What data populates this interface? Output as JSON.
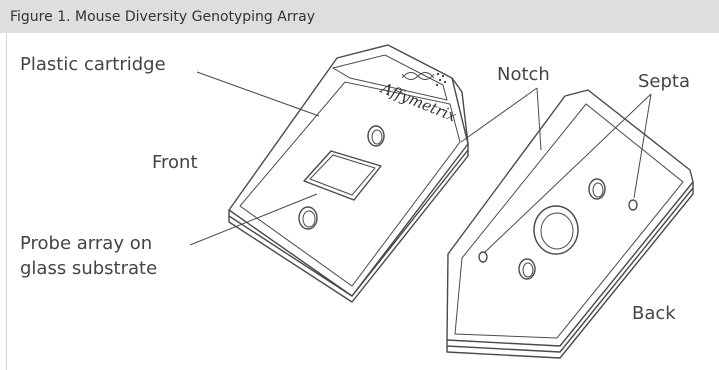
{
  "figure": {
    "caption": "Figure 1.  Mouse Diversity Genotyping Array"
  },
  "labels": {
    "plastic_cartridge": "Plastic cartridge",
    "front": "Front",
    "probe_array_line1": "Probe array on",
    "probe_array_line2": "glass substrate",
    "notch": "Notch",
    "septa": "Septa",
    "back": "Back"
  },
  "logo": {
    "brand": "Affymetrix"
  },
  "colors": {
    "header_bg": "#dedede",
    "line": "#4a4a4a",
    "text": "#444444"
  }
}
